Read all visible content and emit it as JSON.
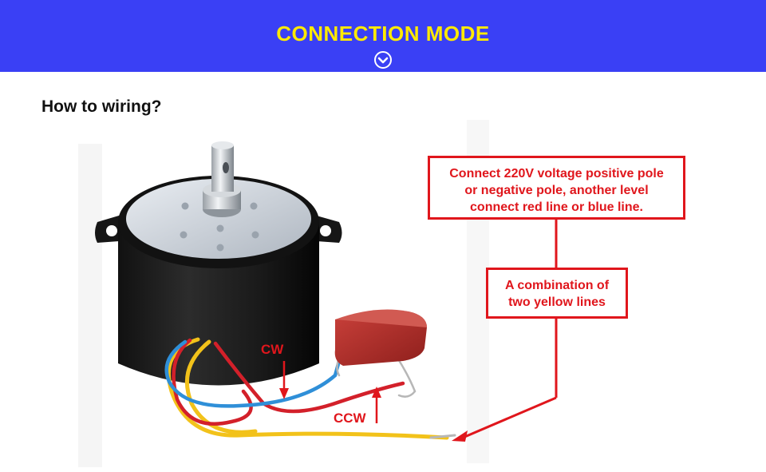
{
  "banner": {
    "title": "CONNECTION MODE",
    "background_color": "#3a40f5",
    "title_color": "#ffea00",
    "icon": "chevron-down-circle-icon"
  },
  "heading": "How to wiring?",
  "callouts": {
    "voltage": {
      "lines": [
        "Connect 220V voltage positive pole",
        "or negative pole, another level",
        "connect red line or blue line."
      ]
    },
    "yellow": {
      "lines": [
        "A combination of",
        "two yellow lines"
      ]
    },
    "color": "#e0161c"
  },
  "labels": {
    "cw": "CW",
    "ccw": "CCW"
  },
  "illustration": {
    "subject": "synchronous-motor-with-capacitor-icon",
    "wire_colors": {
      "blue": "#2f8fd8",
      "red": "#d3202a",
      "yellow": "#f2c21a"
    }
  }
}
